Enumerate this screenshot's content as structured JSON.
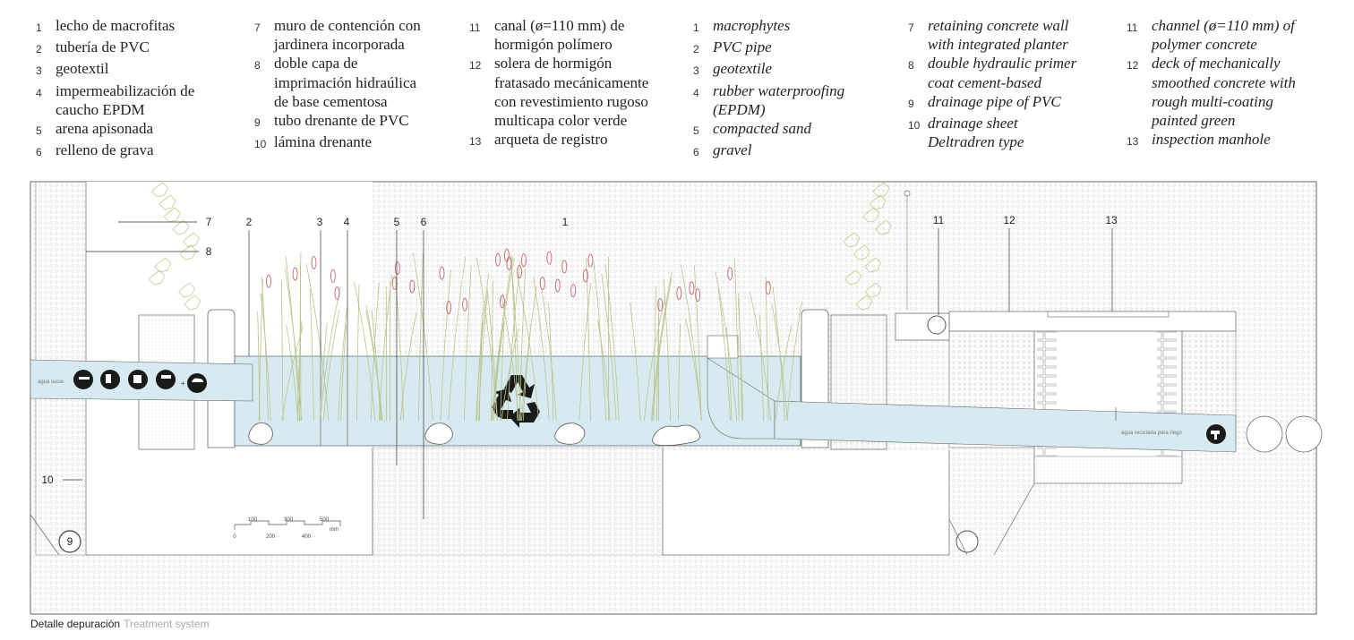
{
  "legend_es": [
    {
      "num": "1",
      "text": "lecho de macrofitas"
    },
    {
      "num": "2",
      "text": "tubería de PVC"
    },
    {
      "num": "3",
      "text": "geotextil"
    },
    {
      "num": "4",
      "text": "impermeabilización de\ncaucho EPDM"
    },
    {
      "num": "5",
      "text": "arena apisonada"
    },
    {
      "num": "6",
      "text": "relleno de grava"
    },
    {
      "num": "7",
      "text": "muro de contención con\njardinera incorporada"
    },
    {
      "num": "8",
      "text": "doble capa de\nimprimación hidraúlica\nde base cementosa"
    },
    {
      "num": "9",
      "text": "tubo drenante de PVC"
    },
    {
      "num": "10",
      "text": "lámina drenante"
    },
    {
      "num": "11",
      "text": "canal (ø=110 mm) de\nhormigón polímero"
    },
    {
      "num": "12",
      "text": "solera de hormigón\nfratasado mecánicamente\ncon revestimiento rugoso\nmulticapa color verde"
    },
    {
      "num": "13",
      "text": "arqueta de registro"
    }
  ],
  "legend_en": [
    {
      "num": "1",
      "text": "macrophytes"
    },
    {
      "num": "2",
      "text": "PVC pipe"
    },
    {
      "num": "3",
      "text": "geotextile"
    },
    {
      "num": "4",
      "text": "rubber waterproofing\n(EPDM)"
    },
    {
      "num": "5",
      "text": "compacted sand"
    },
    {
      "num": "6",
      "text": "gravel"
    },
    {
      "num": "7",
      "text": "retaining concrete wall\nwith integrated planter"
    },
    {
      "num": "8",
      "text": "double hydraulic primer\ncoat cement-based"
    },
    {
      "num": "9",
      "text": "drainage pipe of PVC"
    },
    {
      "num": "10",
      "text": "drainage sheet\nDeltradren type"
    },
    {
      "num": "11",
      "text": "channel (ø=110 mm) of\npolymer concrete"
    },
    {
      "num": "12",
      "text": "deck of mechanically\nsmoothed concrete with\nrough multi-coating\npainted green"
    },
    {
      "num": "13",
      "text": "inspection manhole"
    }
  ],
  "callouts": [
    "7",
    "2",
    "3",
    "4",
    "5",
    "6",
    "1",
    "8",
    "11",
    "12",
    "13",
    "10",
    "9"
  ],
  "labels": {
    "inlet": "agua sucia",
    "outlet": "agua reciclada para riego",
    "plus": "+"
  },
  "scale": {
    "top": [
      "100",
      "300",
      "500"
    ],
    "bottom": [
      "0",
      "200",
      "400"
    ],
    "unit": "mm"
  },
  "caption": {
    "es": "Detalle depuración",
    "en": "Treatment system"
  },
  "colors": {
    "water": "#d7eaf1",
    "outline": "#444444",
    "reeds": "#b8c48a",
    "cattail": "#c9747d",
    "vine": "#c2cc8c"
  }
}
